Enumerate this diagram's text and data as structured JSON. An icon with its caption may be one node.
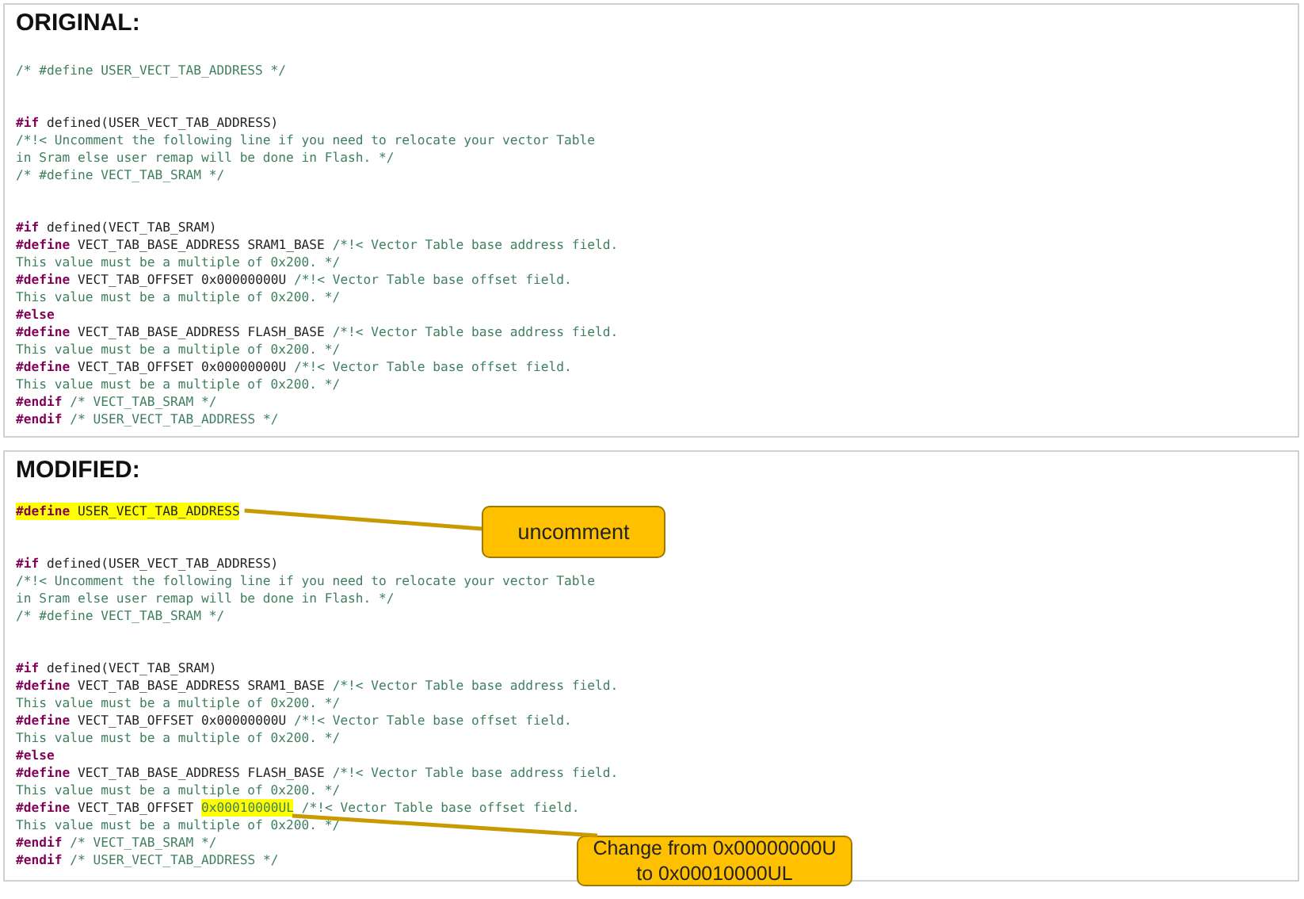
{
  "diagram": {
    "nodes": [
      {
        "text": [
          "ORIGINAL:"
        ]
      },
      {
        "text": [
          "MODIFIED:"
        ]
      },
      {
        "text": [
          "#define USER_VECT_TAB_ADDRESS"
        ],
        "in": 1
      },
      {
        "text": [
          "uncomment"
        ],
        "in": 1
      },
      {
        "text": [
          "0x00010000UL"
        ],
        "in": 1
      },
      {
        "text": [
          "Change from 0x00000000U to 0x00010000UL"
        ]
      }
    ],
    "edges": [
      {
        "from": 3,
        "to": 2,
        "arrow": "none"
      },
      {
        "from": 5,
        "to": 4,
        "arrow": "none"
      }
    ],
    "labels": [
      "/* #define USER_VECT_TAB_ADDRESS */",
      "#if defined(USER_VECT_TAB_ADDRESS)",
      "/*!< Uncomment the following line if you need to relocate your vector Table",
      "in Sram else user remap will be done in Flash. */",
      "/* #define VECT_TAB_SRAM */",
      "#if defined(VECT_TAB_SRAM)",
      "#define VECT_TAB_BASE_ADDRESS SRAM1_BASE /*!< Vector Table base address field.",
      "This value must be a multiple of 0x200. */",
      "#define VECT_TAB_OFFSET 0x00000000U /*!< Vector Table base offset field.",
      "This value must be a multiple of 0x200. */",
      "#else",
      "#define VECT_TAB_BASE_ADDRESS FLASH_BASE /*!< Vector Table base address field.",
      "This value must be a multiple of 0x200. */",
      "#define VECT_TAB_OFFSET 0x00000000U /*!< Vector Table base offset field.",
      "This value must be a multiple of 0x200. */",
      "#endif /* VECT_TAB_SRAM */",
      "#endif /* USER_VECT_TAB_ADDRESS */",
      "#if defined(USER_VECT_TAB_ADDRESS)",
      "/*!< Uncomment the following line if you need to relocate your vector Table",
      "in Sram else user remap will be done in Flash. */",
      "/* #define VECT_TAB_SRAM */",
      "#if defined(VECT_TAB_SRAM)",
      "#define VECT_TAB_BASE_ADDRESS SRAM1_BASE /*!< Vector Table base address field.",
      "This value must be a multiple of 0x200. */",
      "#define VECT_TAB_OFFSET 0x00000000U /*!< Vector Table base offset field.",
      "This value must be a multiple of 0x200. */",
      "#else",
      "#define VECT_TAB_BASE_ADDRESS FLASH_BASE /*!< Vector Table base address field.",
      "This value must be a multiple of 0x200. */",
      "#define VECT_TAB_OFFSET",
      "/*!< Vector Table base offset field.",
      "This value must be a multiple of 0x200. */",
      "#endif /* VECT_TAB_SRAM */",
      "#endif /* USER_VECT_TAB_ADDRESS */"
    ]
  }
}
